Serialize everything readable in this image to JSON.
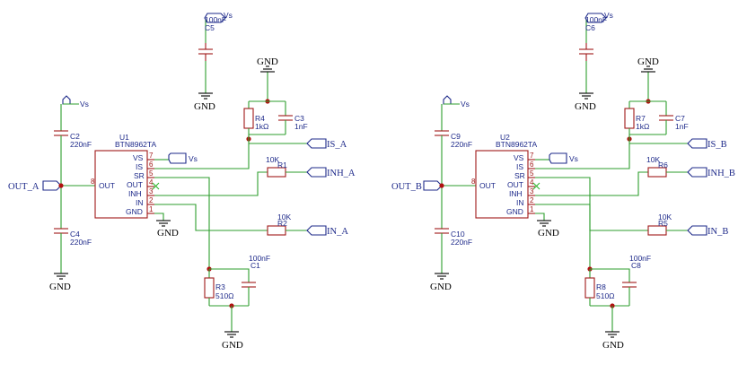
{
  "circuit_a": {
    "ic": {
      "ref": "U1",
      "part": "BTN8962TA",
      "pins": [
        {
          "name": "VS",
          "num": "7"
        },
        {
          "name": "IS",
          "num": "6"
        },
        {
          "name": "SR",
          "num": "5"
        },
        {
          "name": "OUT",
          "num": "4"
        },
        {
          "name": "INH",
          "num": "3"
        },
        {
          "name": "IN",
          "num": "2"
        },
        {
          "name": "GND",
          "num": "1"
        },
        {
          "name": "OUT",
          "num": "8"
        }
      ]
    },
    "power": {
      "vs": "Vs",
      "gnd": "GND"
    },
    "ports": {
      "out": "OUT_A",
      "is": "IS_A",
      "inh": "INH_A",
      "in": "IN_A"
    },
    "parts": {
      "c5": {
        "ref": "C5",
        "value": "100nF"
      },
      "c2": {
        "ref": "C2",
        "value": "220nF"
      },
      "c4": {
        "ref": "C4",
        "value": "220nF"
      },
      "r4": {
        "ref": "R4",
        "value": "1kΩ"
      },
      "c3": {
        "ref": "C3",
        "value": "1nF"
      },
      "r1": {
        "ref": "R1",
        "value": "10K"
      },
      "r2": {
        "ref": "R2",
        "value": "10K"
      },
      "r3": {
        "ref": "R3",
        "value": "510Ω"
      },
      "c1": {
        "ref": "C1",
        "value": "100nF"
      }
    }
  },
  "circuit_b": {
    "ic": {
      "ref": "U2",
      "part": "BTN8962TA",
      "pins": [
        {
          "name": "VS",
          "num": "7"
        },
        {
          "name": "IS",
          "num": "6"
        },
        {
          "name": "SR",
          "num": "5"
        },
        {
          "name": "OUT",
          "num": "4"
        },
        {
          "name": "INH",
          "num": "3"
        },
        {
          "name": "IN",
          "num": "2"
        },
        {
          "name": "GND",
          "num": "1"
        },
        {
          "name": "OUT",
          "num": "8"
        }
      ]
    },
    "power": {
      "vs": "Vs",
      "gnd": "GND"
    },
    "ports": {
      "out": "OUT_B",
      "is": "IS_B",
      "inh": "INH_B",
      "in": "IN_B"
    },
    "parts": {
      "c5": {
        "ref": "C6",
        "value": "100nF"
      },
      "c2": {
        "ref": "C9",
        "value": "220nF"
      },
      "c4": {
        "ref": "C10",
        "value": "220nF"
      },
      "r4": {
        "ref": "R7",
        "value": "1kΩ"
      },
      "c3": {
        "ref": "C7",
        "value": "1nF"
      },
      "r1": {
        "ref": "R6",
        "value": "10K"
      },
      "r2": {
        "ref": "R5",
        "value": "10K"
      },
      "r3": {
        "ref": "R8",
        "value": "510Ω"
      },
      "c1": {
        "ref": "C8",
        "value": "100nF"
      }
    }
  },
  "colors": {
    "wire": "#2e9e2e",
    "component": "#a01818",
    "label": "#1e2a8a",
    "ground": "#000000",
    "junction": "#b01010",
    "background": "#ffffff"
  },
  "icons": [
    "power-flag-icon",
    "ground-symbol-icon",
    "net-port-icon",
    "no-connect-icon"
  ]
}
